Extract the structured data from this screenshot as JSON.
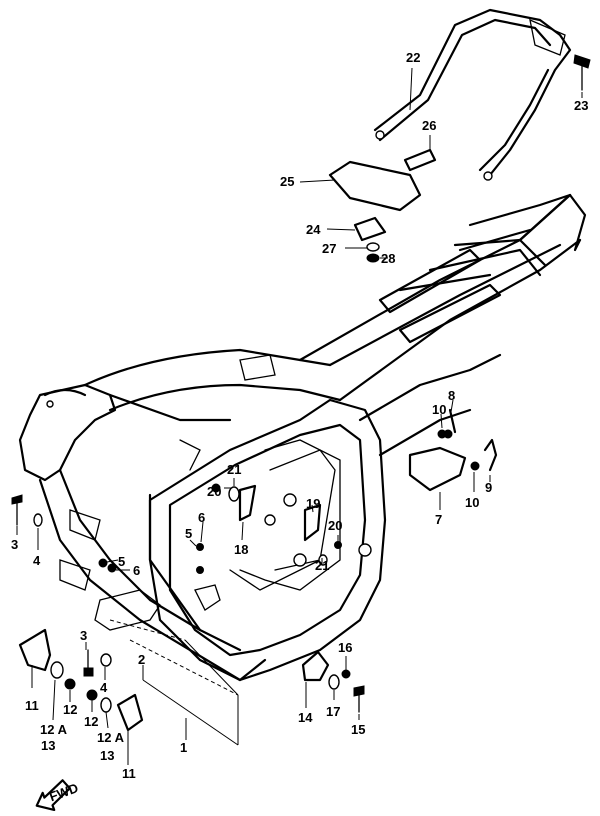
{
  "labels": {
    "l1": "1",
    "l2": "2",
    "l3a": "3",
    "l3b": "3",
    "l4a": "4",
    "l4b": "4",
    "l5a": "5",
    "l5b": "5",
    "l6a": "6",
    "l6b": "6",
    "l7": "7",
    "l8": "8",
    "l9": "9",
    "l10a": "10",
    "l10b": "10",
    "l11a": "11",
    "l11b": "11",
    "l12a": "12",
    "l12b": "12",
    "l12Aa": "12 A",
    "l12Ab": "12 A",
    "l13a": "13",
    "l13b": "13",
    "l14": "14",
    "l15": "15",
    "l16": "16",
    "l17": "17",
    "l18": "18",
    "l19": "19",
    "l20a": "20",
    "l20b": "20",
    "l21a": "21",
    "l21b": "21",
    "l22": "22",
    "l23": "23",
    "l24": "24",
    "l25": "25",
    "l26": "26",
    "l27": "27",
    "l28": "28"
  },
  "front_indicator": "FWD"
}
